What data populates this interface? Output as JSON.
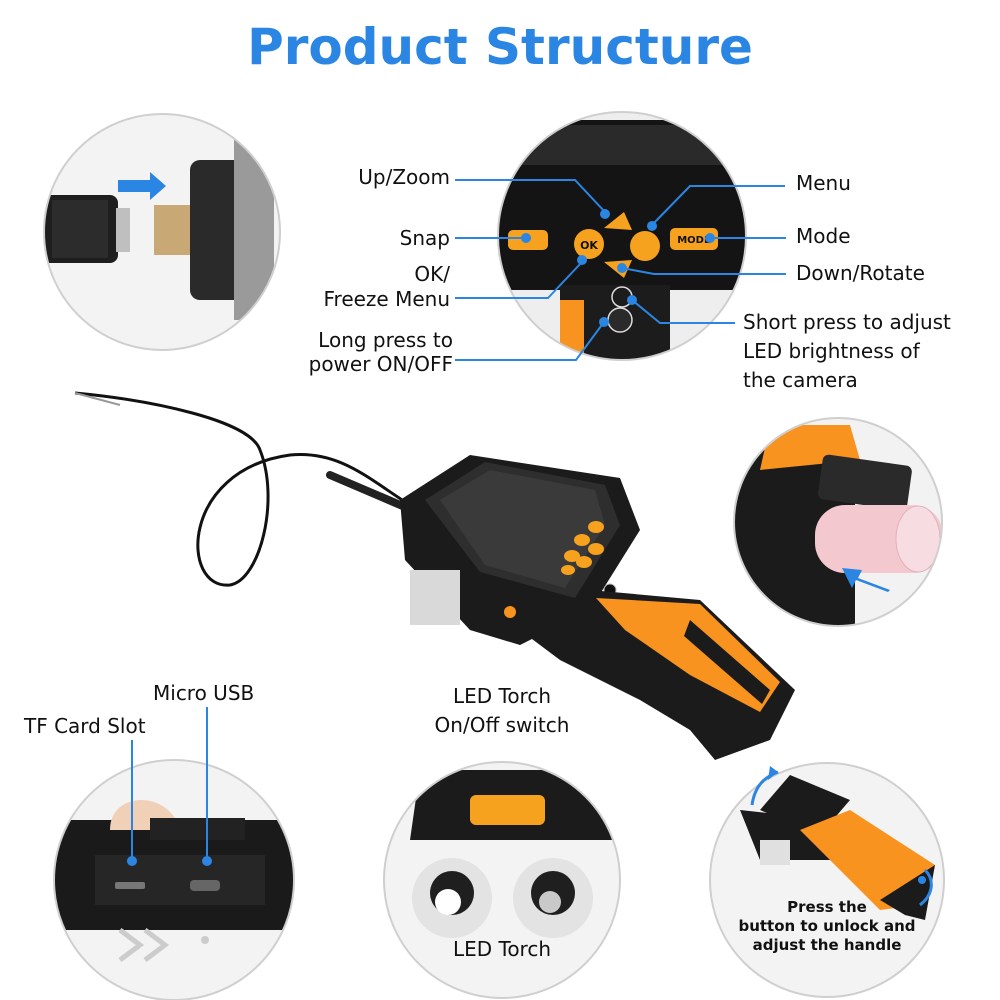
{
  "title": "Product Structure",
  "colors": {
    "accent": "#2b86e3",
    "orange": "#f7931e",
    "body": "#1b1b1b"
  },
  "labels": {
    "up_zoom": "Up/Zoom",
    "menu": "Menu",
    "snap": "Snap",
    "mode": "Mode",
    "ok_line1": "OK/",
    "ok_line2": "Freeze Menu",
    "down_rotate": "Down/Rotate",
    "power_line1": "Long press to",
    "power_line2": "power ON/OFF",
    "led_adjust_line1": "Short press to adjust",
    "led_adjust_line2": "LED brightness of",
    "led_adjust_line3": "the camera",
    "micro_usb": "Micro USB",
    "tf_card": "TF Card Slot",
    "led_torch_switch_line1": "LED Torch",
    "led_torch_switch_line2": "On/Off switch",
    "led_torch": "LED Torch",
    "handle_line1": "Press the",
    "handle_line2": "button to unlock and",
    "handle_line3": "adjust the handle"
  },
  "keypad": {
    "ok": "OK",
    "mode": "MODE"
  }
}
